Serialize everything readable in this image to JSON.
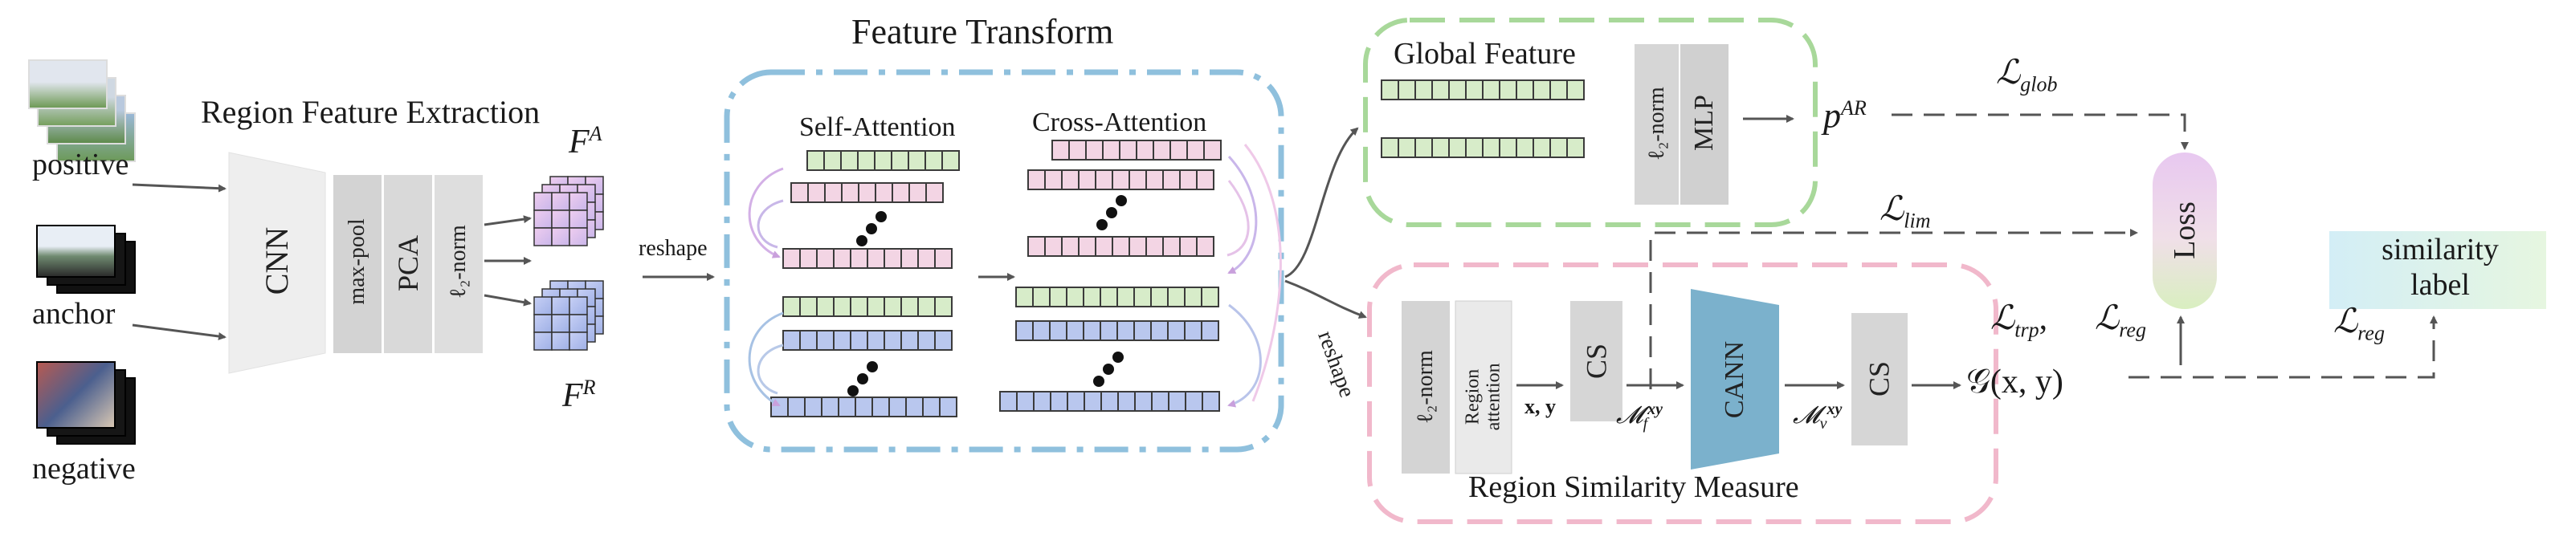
{
  "inputs": {
    "positive": "positive",
    "anchor": "anchor",
    "negative": "negative"
  },
  "region_feature_extraction": {
    "title": "Region Feature Extraction",
    "cnn": "CNN",
    "maxpool": "max-pool",
    "pca": "PCA",
    "l2norm": "ℓ₂-norm",
    "fa": "F",
    "fa_sup": "A",
    "fr": "F",
    "fr_sup": "R",
    "reshape": "reshape"
  },
  "feature_transform": {
    "title": "Feature Transform",
    "self_attention": "Self-Attention",
    "cross_attention": "Cross-Attention"
  },
  "global_feature": {
    "title": "Global Feature",
    "l2norm": "ℓ₂-norm",
    "mlp": "MLP",
    "output": "p",
    "output_sup": "AR"
  },
  "region_similarity_measure": {
    "title": "Region Similarity Measure",
    "reshape": "reshape",
    "l2norm": "ℓ₂-norm",
    "region_attention": "Region attention",
    "xy": "x, y",
    "cs1": "CS",
    "mf": "𝓜",
    "mf_sub": "f",
    "mf_sup": "xy",
    "cann": "CANN",
    "mv": "𝓜",
    "mv_sub": "v",
    "mv_sup": "xy",
    "cs2": "CS",
    "gxy": "𝒢(x, y)"
  },
  "losses": {
    "glob": "ℒ",
    "glob_sub": "glob",
    "lim": "ℒ",
    "lim_sub": "lim",
    "trp": "ℒ",
    "trp_sub": "trp",
    "reg": "ℒ",
    "reg_sub": "reg",
    "reg2": "ℒ",
    "reg2_sub": "reg",
    "loss": "Loss"
  },
  "similarity_label": {
    "line1": "similarity",
    "line2": "label"
  },
  "colors": {
    "green_token": "#d7ecc9",
    "pink_token": "#f3d5e4",
    "blue_token": "#b9c7ee",
    "gray_block": "#d6d6d6",
    "cann": "#7bb1cc",
    "feature_transform_border": "#8fc0dd",
    "global_border": "#a8d89a",
    "region_border": "#f1b8cb",
    "arrow": "#555555"
  }
}
